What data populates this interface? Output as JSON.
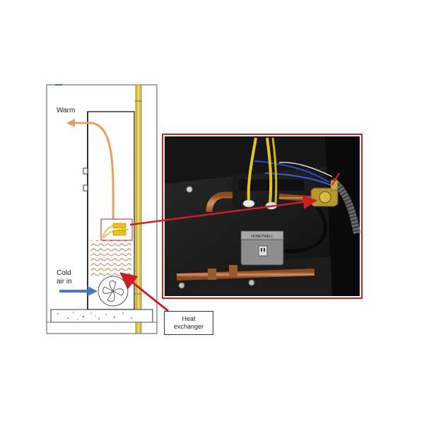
{
  "labels": {
    "warm": "Warm",
    "cold_air_in_line1": "Cold",
    "cold_air_in_line2": "air in",
    "heat_exchanger_line1": "Heat",
    "heat_exchanger_line2": "exchanger"
  },
  "photo_thermostat_text": "HONEYWELL",
  "colors": {
    "warm_air_path": "#e8a060",
    "cold_air_arrow": "#4a7ab8",
    "callout_red": "#cc1f1f",
    "gas_pipe_yellow": "#d8c04a",
    "heat_exchanger_wave": "#b07040",
    "valve_yellow": "#e8c020",
    "copper": "#c07848"
  },
  "icons": {
    "fan": "fan-icon",
    "valve": "gas-valve-icon"
  }
}
